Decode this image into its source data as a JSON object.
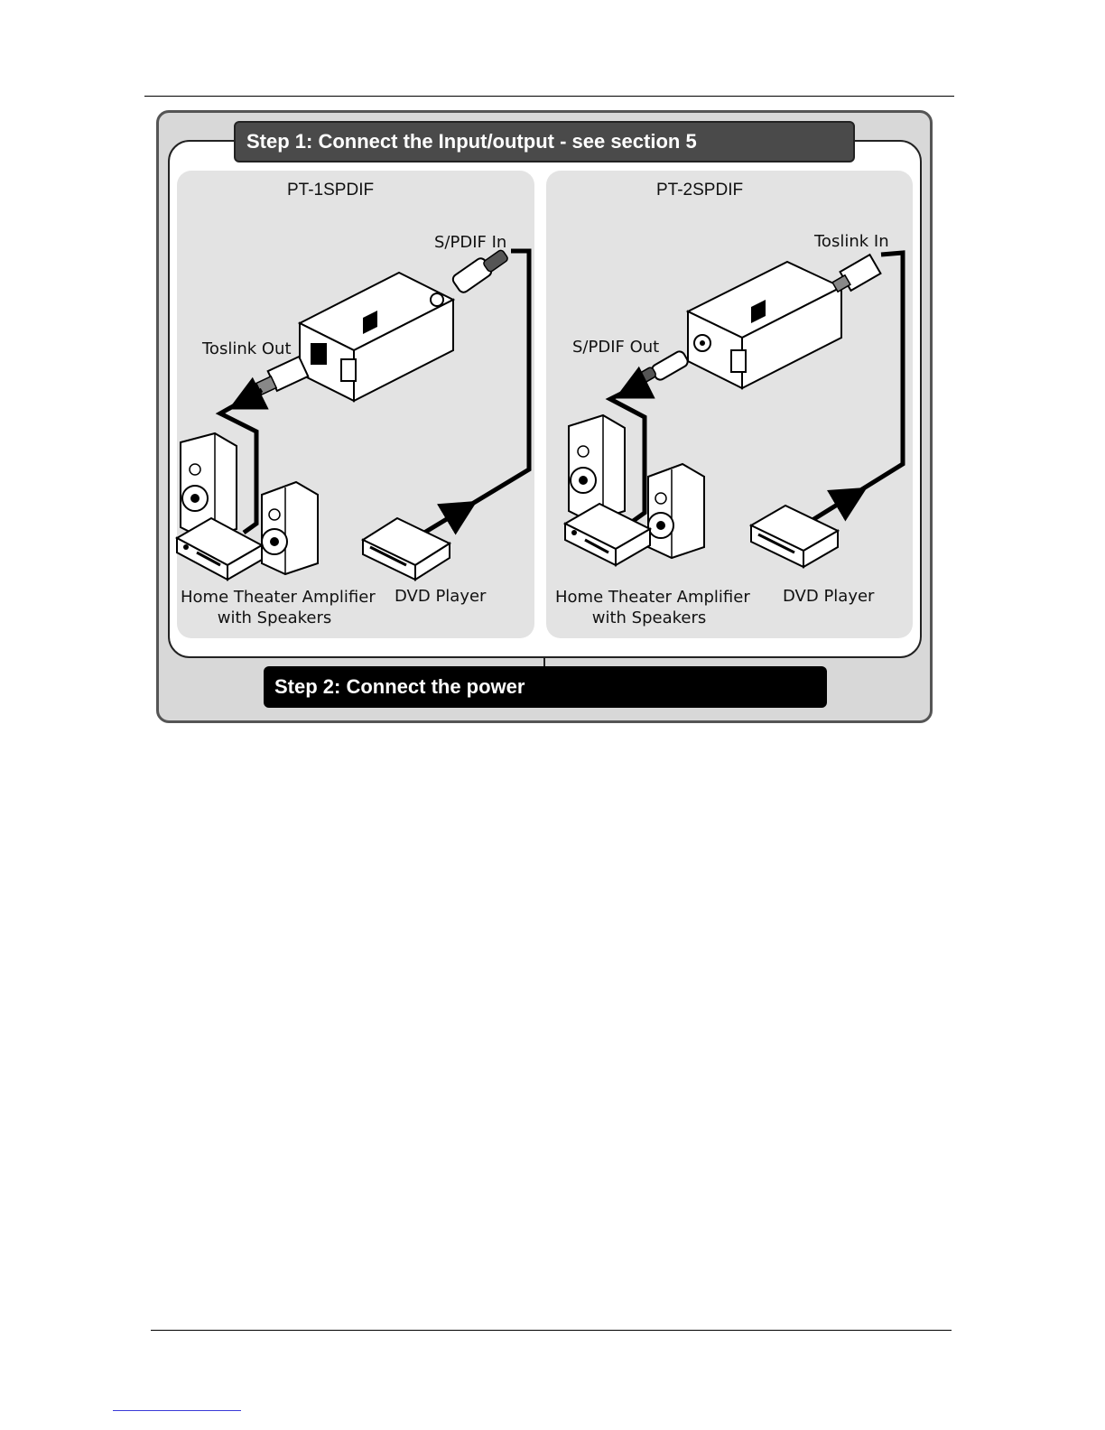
{
  "step1": {
    "label": "Step 1: Connect the Input/output - see section 5"
  },
  "step2": {
    "label": "Step 2: Connect the power"
  },
  "left": {
    "model": "PT-1SPDIF",
    "input_label": "S/PDIF In",
    "output_label": "Toslink Out",
    "amp_line1": "Home Theater Amplifier",
    "amp_line2": "with Speakers",
    "source_label": "DVD  Player"
  },
  "right": {
    "model": "PT-2SPDIF",
    "input_label": "Toslink In",
    "output_label": "S/PDIF Out",
    "amp_line1": "Home Theater Amplifier",
    "amp_line2": "with Speakers",
    "source_label": "DVD  Player"
  }
}
